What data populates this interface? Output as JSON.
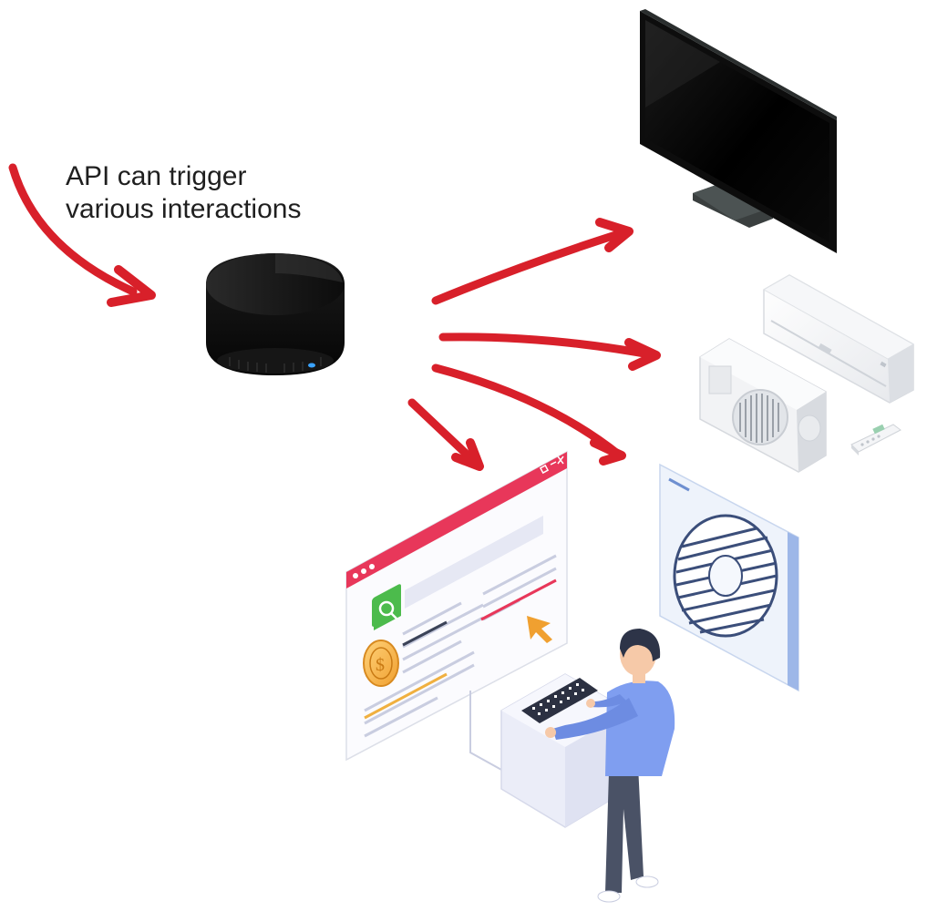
{
  "caption": {
    "line1": "API can trigger",
    "line2": "various interactions"
  },
  "arrows": [
    {
      "name": "api-input-arrow"
    },
    {
      "name": "arrow-to-tv"
    },
    {
      "name": "arrow-to-air-conditioner"
    },
    {
      "name": "arrow-to-ventilation-fan"
    },
    {
      "name": "arrow-to-web-interface"
    }
  ],
  "devices": {
    "hub": {
      "icon": "smart-ir-hub-icon"
    },
    "tv": {
      "icon": "tv-icon"
    },
    "air_conditioner": {
      "icon": "air-conditioner-icon"
    },
    "remote": {
      "icon": "ac-remote-icon"
    },
    "fan": {
      "icon": "ventilation-fan-icon"
    },
    "web": {
      "icon": "browser-window-icon"
    },
    "person": {
      "icon": "person-at-keyboard-icon"
    }
  },
  "colors": {
    "arrow": "#d8202a",
    "browser_bar": "#e8375a",
    "search_button": "#4cbb4c",
    "coin": "#f4b24a",
    "person_shirt": "#7f9ef0",
    "person_pants": "#4a5266",
    "fan_panel": "#eef3fb",
    "device_black": "#111111"
  }
}
